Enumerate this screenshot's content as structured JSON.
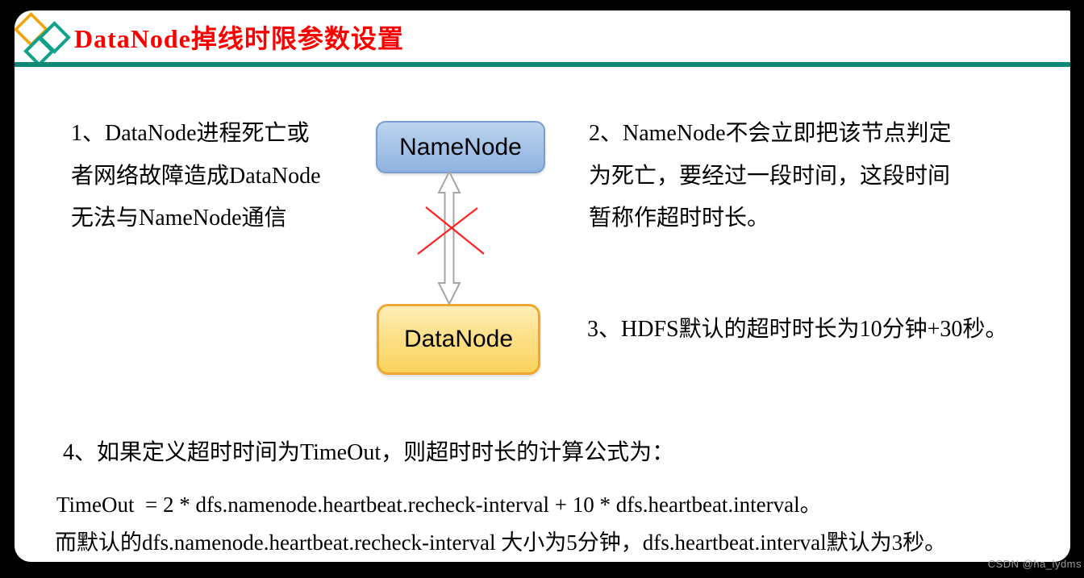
{
  "header": {
    "title": "DataNode掉线时限参数设置"
  },
  "diagram": {
    "namenode_label": "NameNode",
    "datanode_label": "DataNode",
    "connection_state": "broken"
  },
  "notes": {
    "item1_lines": [
      "1、DataNode进程死亡或",
      "者网络故障造成DataNode",
      "无法与NameNode通信"
    ],
    "item2_lines": [
      "2、NameNode不会立即把该节点判定",
      "为死亡，要经过一段时间，这段时间",
      "暂称作超时时长。"
    ],
    "item3": "3、HDFS默认的超时时长为10分钟+30秒。",
    "item4": "4、如果定义超时时间为TimeOut，则超时时长的计算公式为：",
    "formula_line1": "TimeOut  = 2 * dfs.namenode.heartbeat.recheck-interval + 10 * dfs.heartbeat.interval。",
    "formula_line2": "而默认的dfs.namenode.heartbeat.recheck-interval 大小为5分钟，dfs.heartbeat.interval默认为3秒。"
  },
  "colors": {
    "title_red": "#fb0000",
    "divider_teal": "#0e8a74",
    "logo_orange": "#f2a30b",
    "logo_teal": "#10a18c",
    "namenode_fill_top": "#bdd4ee",
    "namenode_fill_bottom": "#8eb3df",
    "namenode_border": "#7b9dcd",
    "datanode_fill_top": "#ffeeb6",
    "datanode_fill_bottom": "#fad35c",
    "datanode_border": "#f0a732",
    "arrow_gray": "#a6a6a6",
    "cross_red": "#ff2222",
    "watermark_gray": "#9a9a9a"
  },
  "watermark": "CSDN @ha_lydms"
}
